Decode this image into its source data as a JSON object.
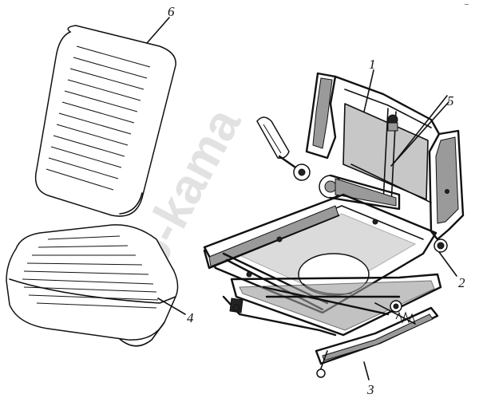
{
  "watermark": "zap-kama",
  "callouts": [
    "1",
    "2",
    "3",
    "4",
    "5",
    "6"
  ],
  "corner_mark": "–"
}
